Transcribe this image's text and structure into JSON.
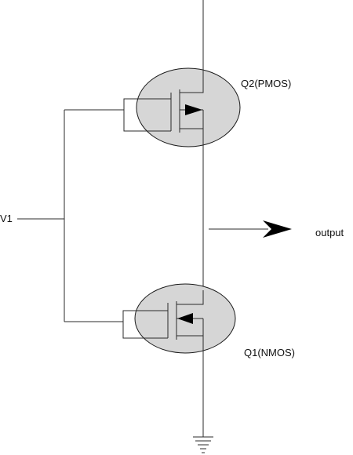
{
  "labels": {
    "input": "V1",
    "top_transistor": "Q2(PMOS)",
    "bottom_transistor": "Q1(NMOS)",
    "output": "output"
  },
  "colors": {
    "wire": "#2b2b2b",
    "transistor_fill": "#d6d6d6",
    "arrow": "#000000"
  },
  "icons": {
    "pmos": "pmos-transistor-symbol",
    "nmos": "nmos-transistor-symbol",
    "ground": "ground-symbol",
    "output_arrow": "arrow-right-icon"
  }
}
